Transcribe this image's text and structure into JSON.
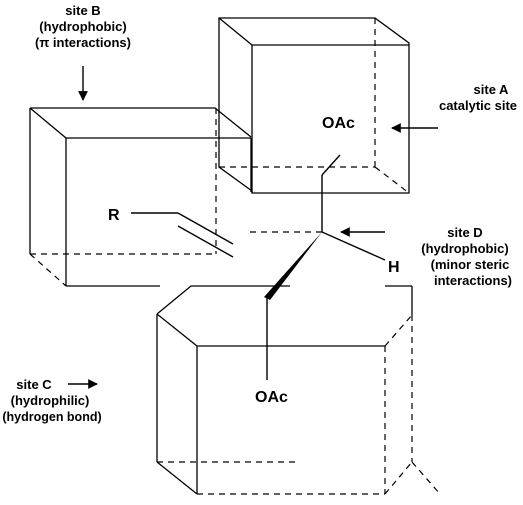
{
  "sites": {
    "b": {
      "title": "site B",
      "line1": "(hydrophobic)",
      "line2": "(π interactions)"
    },
    "a": {
      "title": "site A",
      "line1": "catalytic site"
    },
    "d": {
      "title": "site D",
      "line1": "(hydrophobic)",
      "line2": "(minor steric",
      "line3": "interactions)"
    },
    "c": {
      "title": "site C",
      "line1": "(hydrophilic)",
      "line2": "(hydrogen bond)"
    }
  },
  "molecule": {
    "r_group": "R",
    "upper_substituent": "OAc",
    "hydrogen": "H",
    "lower_substituent": "OAc"
  }
}
